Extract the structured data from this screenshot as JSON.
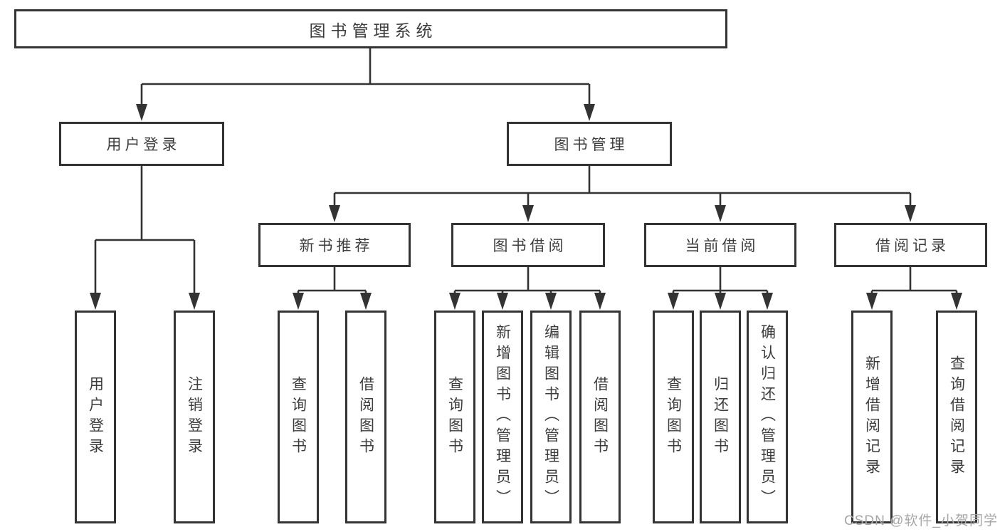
{
  "diagram": {
    "type": "hierarchy-structure-chart",
    "colors": {
      "line": "#333333",
      "box_border": "#333333",
      "text": "#3d3d3d",
      "background": "#ffffff",
      "watermark": "#a6a6a6"
    },
    "tree": {
      "root": {
        "label": "图书管理系统"
      },
      "level2": [
        {
          "label": "用户登录"
        },
        {
          "label": "图书管理"
        }
      ],
      "level3": [
        {
          "label": "新书推荐"
        },
        {
          "label": "图书借阅"
        },
        {
          "label": "当前借阅"
        },
        {
          "label": "借阅记录"
        }
      ],
      "leaves": {
        "user": [
          "用户登录",
          "注销登录"
        ],
        "newbooks": [
          "查询图书",
          "借阅图书"
        ],
        "borrow": [
          "查询图书",
          "新增图书（管理员）",
          "编辑图书（管理员）",
          "借阅图书"
        ],
        "current": [
          "查询图书",
          "归还图书",
          "确认归还（管理员）"
        ],
        "records": [
          "新增借阅记录",
          "查询借阅记录"
        ]
      }
    },
    "watermark": {
      "text": "CSDN @软件_小贺同学"
    }
  }
}
